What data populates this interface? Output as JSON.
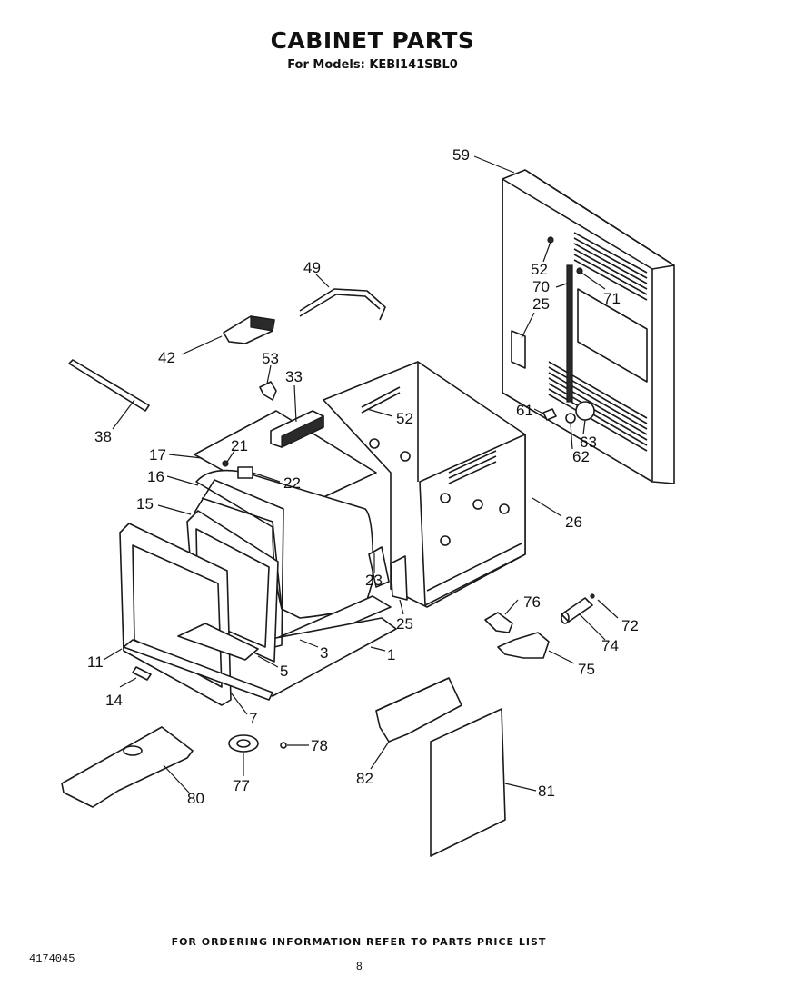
{
  "title": "CABINET PARTS",
  "subtitle": "For Models: KEBI141SBL0",
  "footer_note": "FOR ORDERING INFORMATION REFER TO PARTS PRICE LIST",
  "doc_number": "4174045",
  "page_number": "8",
  "callouts": {
    "c59": "59",
    "c52a": "52",
    "c70": "70",
    "c71": "71",
    "c25a": "25",
    "c61": "61",
    "c63": "63",
    "c62": "62",
    "c49": "49",
    "c42": "42",
    "c53": "53",
    "c33": "33",
    "c52b": "52",
    "c38": "38",
    "c17": "17",
    "c21": "21",
    "c16": "16",
    "c22": "22",
    "c15": "15",
    "c26": "26",
    "c23": "23",
    "c25b": "25",
    "c76": "76",
    "c72": "72",
    "c74": "74",
    "c3": "3",
    "c1": "1",
    "c75": "75",
    "c11": "11",
    "c5": "5",
    "c14": "14",
    "c7": "7",
    "c78": "78",
    "c82": "82",
    "c81": "81",
    "c80": "80",
    "c77": "77"
  }
}
